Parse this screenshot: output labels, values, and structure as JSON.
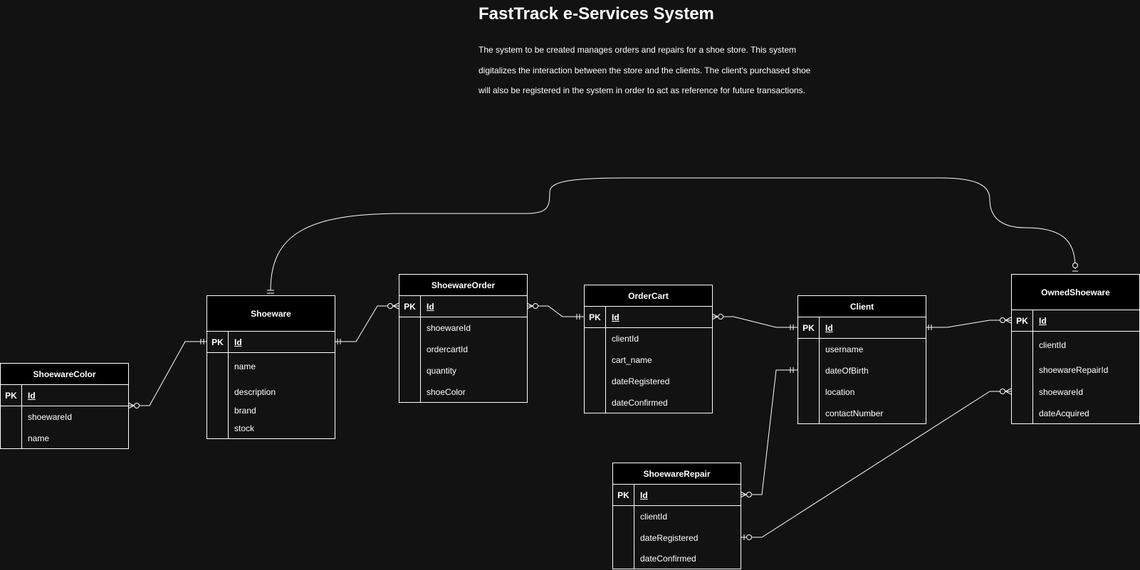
{
  "title": "FastTrack e-Services System",
  "description": "The system to be created manages orders and repairs for a shoe store. This system digitalizes the interaction between the store and the clients. The client's purchased shoe will also be registered in the system in order to act as reference for future transactions.",
  "pk_label": "PK",
  "entities": {
    "shoewarecolor": {
      "name": "ShoewareColor",
      "pk": "Id",
      "fields": [
        "shoewareId",
        "name"
      ]
    },
    "shoeware": {
      "name": "Shoeware",
      "pk": "Id",
      "fields": [
        "name",
        "description",
        "brand",
        "stock"
      ]
    },
    "shoewareorder": {
      "name": "ShoewareOrder",
      "pk": "Id",
      "fields": [
        "shoewareId",
        "ordercartId",
        "quantity",
        "shoeColor"
      ]
    },
    "ordercart": {
      "name": "OrderCart",
      "pk": "Id",
      "fields": [
        "clientId",
        "cart_name",
        "dateRegistered",
        "dateConfirmed"
      ]
    },
    "client": {
      "name": "Client",
      "pk": "Id",
      "fields": [
        "username",
        "dateOfBirth",
        "location",
        "contactNumber"
      ]
    },
    "ownedshoeware": {
      "name": "OwnedShoeware",
      "pk": "Id",
      "fields": [
        "clientId",
        "shoewareRepairId",
        "shoewareId",
        "dateAcquired"
      ]
    },
    "shoewarerepair": {
      "name": "ShoewareRepair",
      "pk": "Id",
      "fields": [
        "clientId",
        "dateRegistered",
        "dateConfirmed"
      ]
    }
  },
  "colors": {
    "background": "#121212",
    "header": "#000000",
    "line": "#ffffff"
  }
}
